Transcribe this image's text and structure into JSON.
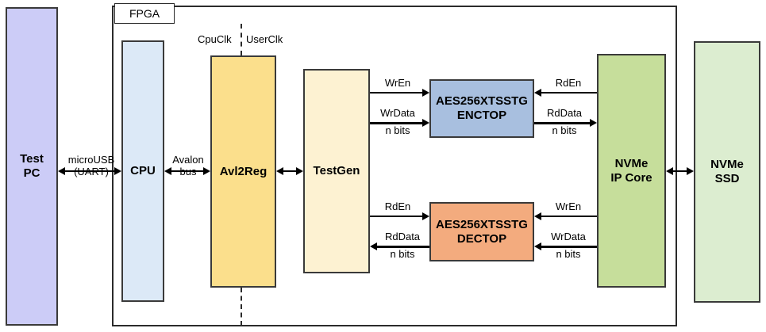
{
  "diagram": {
    "title": "FPGA NVMe AES256XTS test block diagram",
    "fpga_label": "FPGA",
    "clock_domains": {
      "left": "CpuClk",
      "right": "UserClk"
    },
    "blocks": [
      {
        "id": "test-pc",
        "label": "Test\nPC",
        "label_lines": [
          "Test",
          "PC"
        ],
        "color": "#ccccf7"
      },
      {
        "id": "cpu",
        "label": "CPU",
        "label_lines": [
          "CPU"
        ],
        "color": "#dce9f7"
      },
      {
        "id": "avl2reg",
        "label": "Avl2Reg",
        "label_lines": [
          "Avl2Reg"
        ],
        "color": "#fbdf8c"
      },
      {
        "id": "testgen",
        "label": "TestGen",
        "label_lines": [
          "TestGen"
        ],
        "color": "#fdf2d2"
      },
      {
        "id": "enctop",
        "label": "AES256XTSSTG\nENCTOP",
        "label_lines": [
          "AES256XTSSTG",
          "ENCTOP"
        ],
        "color": "#a8bfdf"
      },
      {
        "id": "dectop",
        "label": "AES256XTSSTG\nDECTOP",
        "label_lines": [
          "AES256XTSSTG",
          "DECTOP"
        ],
        "color": "#f3ab7e"
      },
      {
        "id": "nvme-ip-core",
        "label": "NVMe\nIP Core",
        "label_lines": [
          "NVMe",
          "IP Core"
        ],
        "color": "#c6de9b"
      },
      {
        "id": "nvme-ssd",
        "label": "NVMe\nSSD",
        "label_lines": [
          "NVMe",
          "SSD"
        ],
        "color": "#dcedd0"
      }
    ],
    "connections": [
      {
        "id": "pc-cpu",
        "label_lines": [
          "microUSB",
          "(UART)"
        ],
        "direction": "bidirectional"
      },
      {
        "id": "cpu-avl2reg",
        "label_lines": [
          "Avalon",
          "bus"
        ],
        "direction": "bidirectional"
      },
      {
        "id": "avl2reg-testgen",
        "label_lines": [],
        "direction": "bidirectional"
      },
      {
        "id": "testgen-enctop-wren",
        "label_lines": [
          "WrEn"
        ],
        "direction": "right"
      },
      {
        "id": "testgen-enctop-wrdata",
        "label_lines": [
          "WrData",
          "n bits"
        ],
        "direction": "right"
      },
      {
        "id": "nvme-enctop-rden",
        "label_lines": [
          "RdEn"
        ],
        "direction": "left"
      },
      {
        "id": "enctop-nvme-rddata",
        "label_lines": [
          "RdData",
          "n bits"
        ],
        "direction": "right"
      },
      {
        "id": "testgen-dectop-rden",
        "label_lines": [
          "RdEn"
        ],
        "direction": "right"
      },
      {
        "id": "dectop-testgen-rddata",
        "label_lines": [
          "RdData",
          "n bits"
        ],
        "direction": "left"
      },
      {
        "id": "nvme-dectop-wren",
        "label_lines": [
          "WrEn"
        ],
        "direction": "left"
      },
      {
        "id": "nvme-dectop-wrdata",
        "label_lines": [
          "WrData",
          "n bits"
        ],
        "direction": "left"
      },
      {
        "id": "nvme-ssd-link",
        "label_lines": [],
        "direction": "bidirectional"
      }
    ]
  }
}
